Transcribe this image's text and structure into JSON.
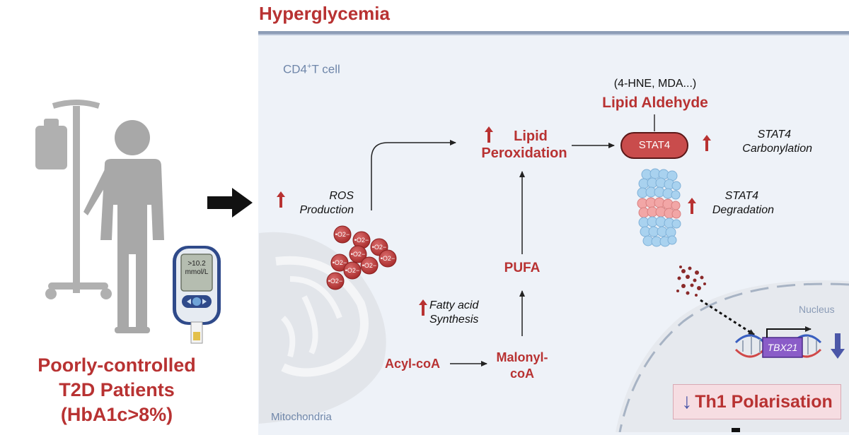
{
  "title": "Hyperglycemia",
  "patients": {
    "line1": "Poorly-controlled",
    "line2": "T2D Patients",
    "line3": "(HbA1c>8%)"
  },
  "glucometer": {
    "line1": ">10.2",
    "line2": "mmol/L"
  },
  "cell": {
    "label_main": "CD4",
    "label_sup": "+",
    "label_rest": "T cell",
    "mitochondria": "Mitochondria",
    "nucleus": "Nucleus"
  },
  "ros": {
    "line1": "ROS",
    "line2": "Production",
    "superoxide": "•O2−"
  },
  "lipid_peroxidation": {
    "line1": "Lipid",
    "line2": "Peroxidation"
  },
  "aldehyde": {
    "examples": "(4-HNE, MDA...)",
    "name": "Lipid Aldehyde"
  },
  "stat4": {
    "label": "STAT4",
    "carbonylation_line1": "STAT4",
    "carbonylation_line2": "Carbonylation",
    "degradation_line1": "STAT4",
    "degradation_line2": "Degradation"
  },
  "fatty_acid": {
    "line1": "Fatty acid",
    "line2": "Synthesis"
  },
  "pufa": "PUFA",
  "acyl_coa": "Acyl-coA",
  "malonyl": {
    "line1": "Malonyl-",
    "line2": "coA"
  },
  "gene": "TBX21",
  "th1": "Th1 Polarisation",
  "colors": {
    "accent_red": "#b83232",
    "down_blue": "#4b57a8",
    "cell_bg": "#eef2f8",
    "stat4_fill": "#c94c4c"
  }
}
